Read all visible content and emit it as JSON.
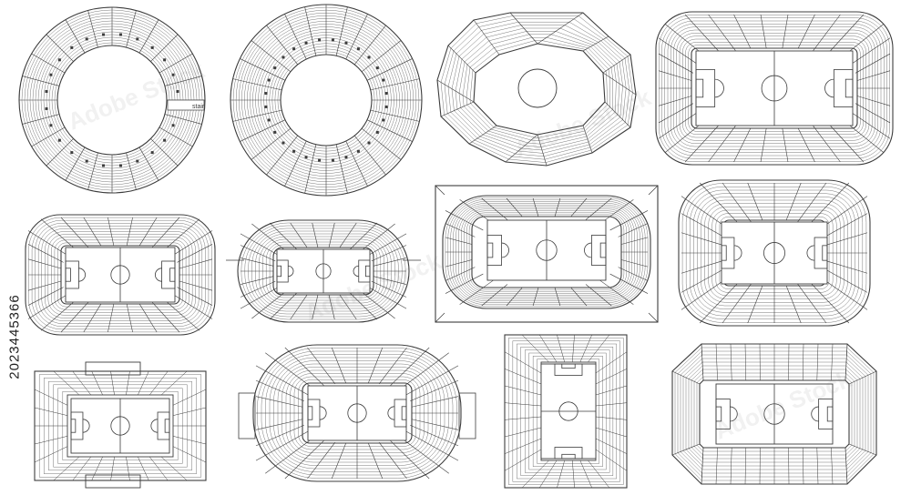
{
  "stock_id": "2023445366",
  "watermark_text": "Adobe Stock",
  "exit_label": "stair",
  "colors": {
    "line": "#3c3c3c",
    "field": "#ffffff",
    "background": "#ffffff"
  },
  "stadiums": [
    {
      "name": "stadium-1",
      "shape": "ring",
      "pitch": "none"
    },
    {
      "name": "stadium-2",
      "shape": "ring",
      "pitch": "none"
    },
    {
      "name": "stadium-3",
      "shape": "polygon-oval",
      "pitch": "center-circle-only"
    },
    {
      "name": "stadium-4",
      "shape": "rounded-rect",
      "pitch": "full"
    },
    {
      "name": "stadium-5",
      "shape": "rounded-rect",
      "pitch": "full"
    },
    {
      "name": "stadium-6",
      "shape": "oval",
      "pitch": "full"
    },
    {
      "name": "stadium-7",
      "shape": "rect-in-square",
      "pitch": "full"
    },
    {
      "name": "stadium-8",
      "shape": "rounded-rect",
      "pitch": "full"
    },
    {
      "name": "stadium-9",
      "shape": "rect-stands",
      "pitch": "full"
    },
    {
      "name": "stadium-10",
      "shape": "oval",
      "pitch": "full"
    },
    {
      "name": "stadium-11",
      "shape": "rect",
      "pitch": "vertical"
    },
    {
      "name": "stadium-12",
      "shape": "octagon",
      "pitch": "full"
    }
  ]
}
